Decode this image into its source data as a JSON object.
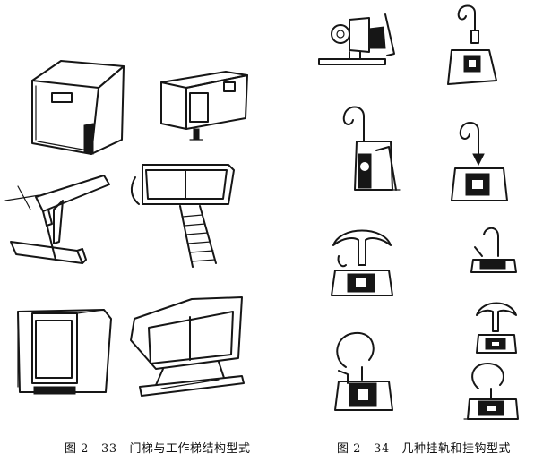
{
  "captions": {
    "left": {
      "number": "图 2 - 33",
      "title": "门梯与工作梯结构型式"
    },
    "right": {
      "number": "图 2 - 34",
      "title": "几种挂轨和挂钩型式"
    }
  },
  "figures": {
    "left": [
      "container-door-front",
      "container-small-rear",
      "beam-ladder-bracket",
      "container-work-ladder",
      "container-open-door",
      "container-on-frame"
    ],
    "right": [
      "rail-roller-trolley",
      "hook-rail-1",
      "hook-clamp-2",
      "hook-rail-3",
      "anchor-hook-4",
      "hook-small-5",
      "anchor-hook-small-6",
      "hook-clamp-7",
      "hook-clamp-8"
    ]
  }
}
